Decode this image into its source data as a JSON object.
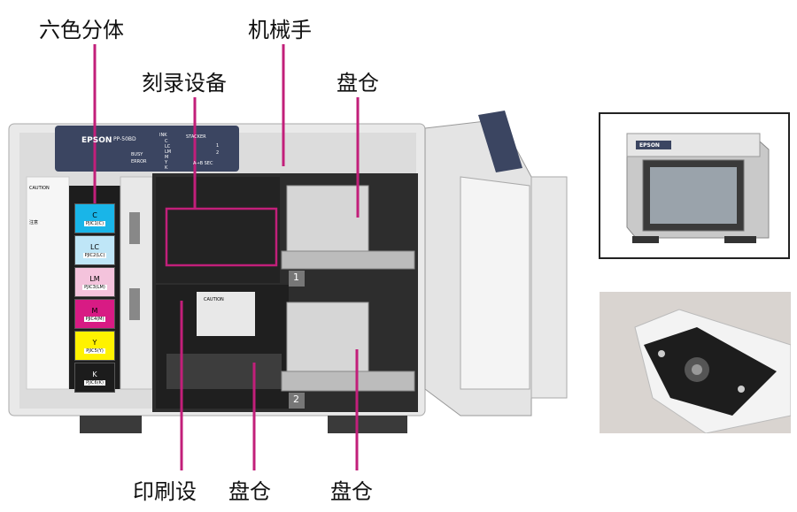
{
  "callouts": {
    "ink_cartridges": "六色分体",
    "robotic_arm": "机械手",
    "burner": "刻录设备",
    "disc_bin_top": "盘仓",
    "printer": "印刷设",
    "disc_bin_bottom_left": "盘仓",
    "disc_bin_bottom_right": "盘仓"
  },
  "printer_panel": {
    "brand": "EPSON",
    "model": "PP-50BD",
    "stacker": "STACKER",
    "lights": [
      "BUSY",
      "ERROR"
    ],
    "ink_legend": [
      "INK",
      "C",
      "LC",
      "LM",
      "M",
      "Y",
      "K"
    ],
    "stacker_numbers": [
      "1",
      "2"
    ],
    "stacker_sub": "A→B SEC"
  },
  "cartridges": [
    {
      "code": "C",
      "part": "PJIC1(C)",
      "color": "#19b5e8"
    },
    {
      "code": "LC",
      "part": "PJIC2(LC)",
      "color": "#bfe6f7"
    },
    {
      "code": "LM",
      "part": "PJIC3(LM)",
      "color": "#f4c3dc"
    },
    {
      "code": "M",
      "part": "PJIC4(M)",
      "color": "#d81b84"
    },
    {
      "code": "Y",
      "part": "PJIC5(Y)",
      "color": "#fff200"
    },
    {
      "code": "K",
      "part": "PJIC6(K)",
      "color": "#1c1c1c"
    }
  ],
  "bin_numbers": [
    "1",
    "2"
  ],
  "warnings": {
    "left_caution": "CAUTION",
    "left_note": "注意",
    "center_caution": "CAUTION"
  },
  "thumb_brand": "EPSON",
  "accent_color": "#c21f7a"
}
